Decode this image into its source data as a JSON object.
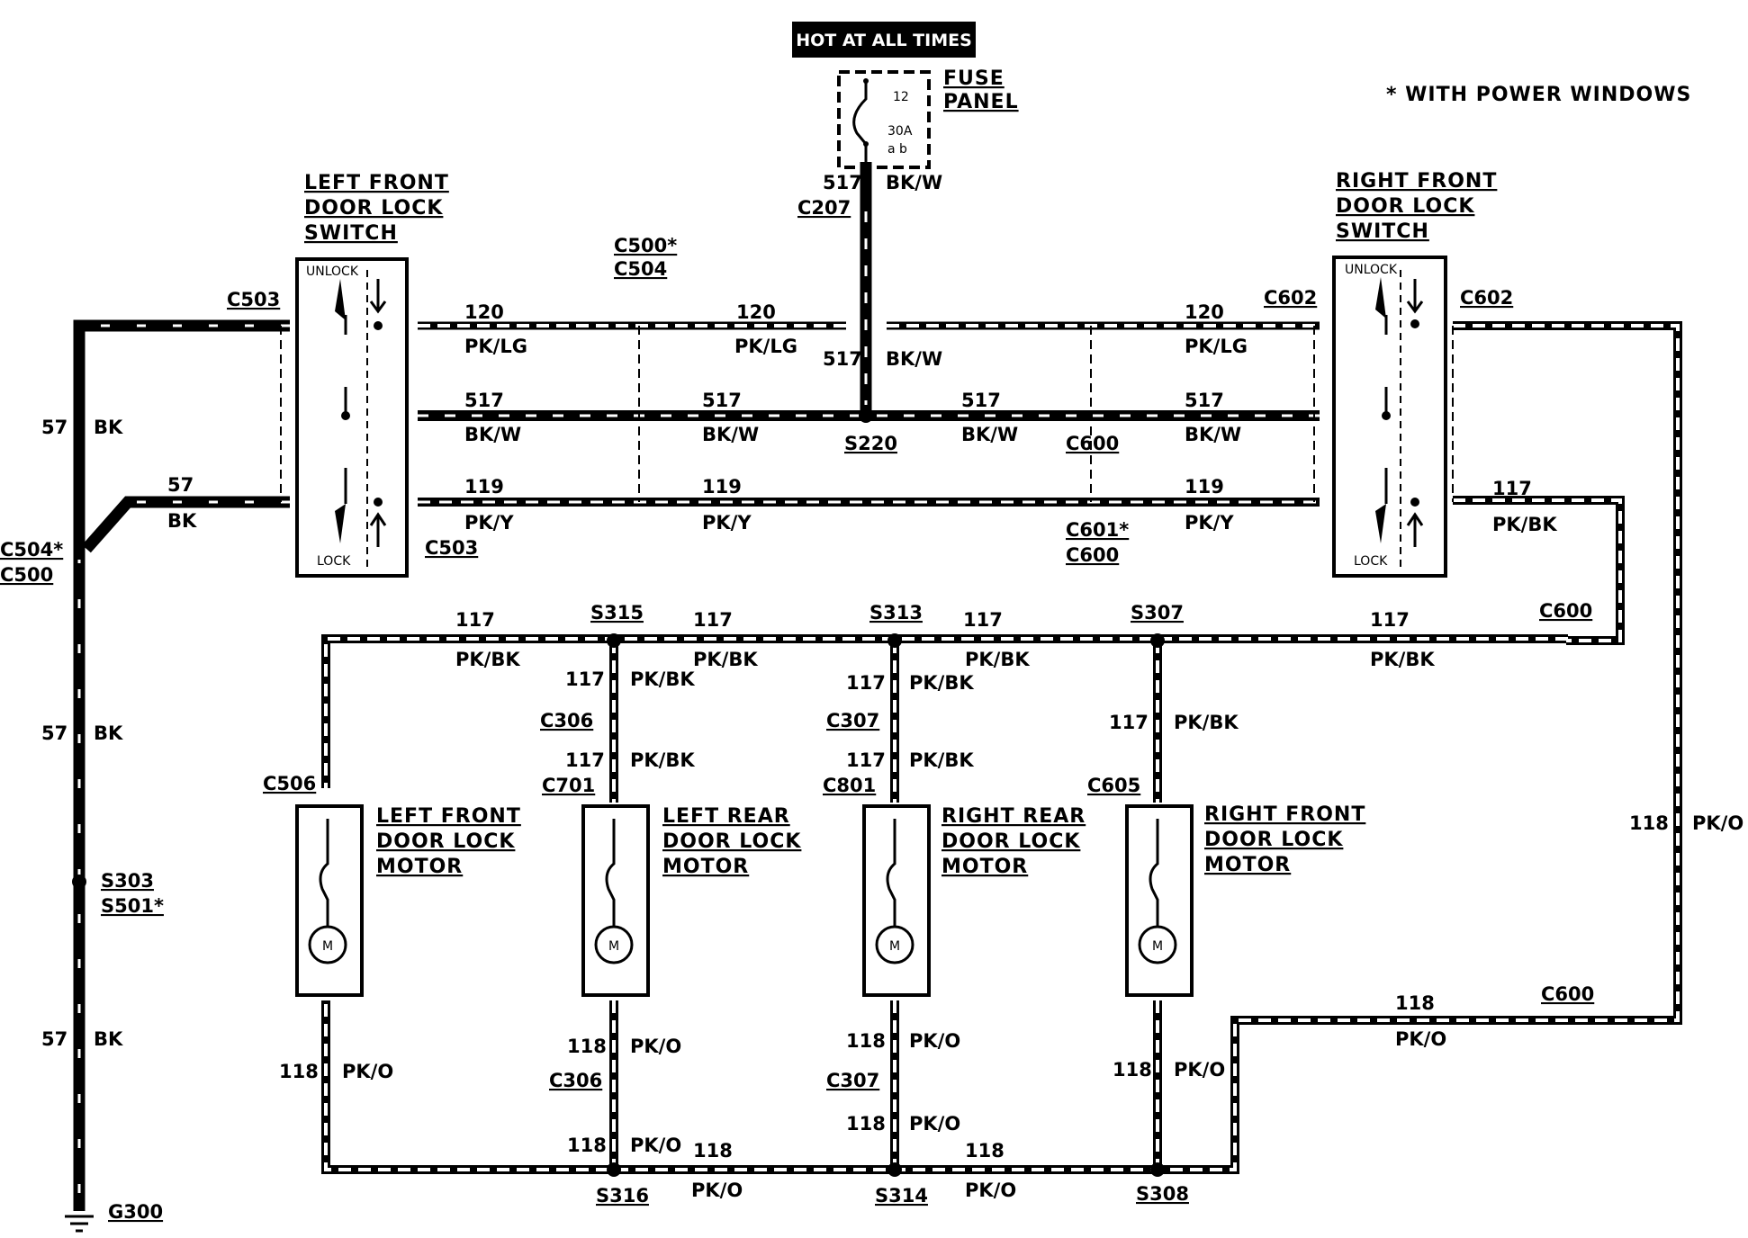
{
  "header": {
    "hot_label": "HOT AT ALL TIMES",
    "note": "* WITH POWER WINDOWS"
  },
  "fuse": {
    "label_line1": "FUSE",
    "label_line2": "PANEL",
    "number": "12",
    "rating": "30A",
    "sub": "a b"
  },
  "components": {
    "lf_switch": {
      "line1": "LEFT FRONT",
      "line2": "DOOR LOCK",
      "line3": "SWITCH",
      "unlock": "UNLOCK",
      "lock": "LOCK"
    },
    "rf_switch": {
      "line1": "RIGHT FRONT",
      "line2": "DOOR LOCK",
      "line3": "SWITCH",
      "unlock": "UNLOCK",
      "lock": "LOCK"
    },
    "lf_motor": {
      "line1": "LEFT FRONT",
      "line2": "DOOR LOCK",
      "line3": "MOTOR"
    },
    "lr_motor": {
      "line1": "LEFT REAR",
      "line2": "DOOR LOCK",
      "line3": "MOTOR"
    },
    "rr_motor": {
      "line1": "RIGHT REAR",
      "line2": "DOOR LOCK",
      "line3": "MOTOR"
    },
    "rf_motor": {
      "line1": "RIGHT FRONT",
      "line2": "DOOR LOCK",
      "line3": "MOTOR"
    },
    "motor_symbol": "M"
  },
  "connectors": {
    "c207": "C207",
    "c503_top": "C503",
    "c503_bot": "C503",
    "c500_star": "C500*",
    "c504_mid": "C504",
    "c504_star": "C504*",
    "c500_left": "C500",
    "c602_left": "C602",
    "c602_right": "C602",
    "c600_mid": "C600",
    "c601_star": "C601*",
    "c600_mid2": "C600",
    "c600_right": "C600",
    "c600_bottom": "C600",
    "c506": "C506",
    "c306_top": "C306",
    "c701": "C701",
    "c307_top": "C307",
    "c801": "C801",
    "c605": "C605",
    "c306_bot": "C306",
    "c307_bot": "C307"
  },
  "splices": {
    "s220": "S220",
    "s315": "S315",
    "s313": "S313",
    "s307": "S307",
    "s316": "S316",
    "s314": "S314",
    "s308": "S308",
    "s303": "S303",
    "s501": "S501*",
    "g300": "G300"
  },
  "circuits": {
    "c57": "57",
    "bk": "BK",
    "c120": "120",
    "pklg": "PK/LG",
    "c517": "517",
    "bkw": "BK/W",
    "c119": "119",
    "pky": "PK/Y",
    "c117": "117",
    "pkbk": "PK/BK",
    "c118": "118",
    "pko": "PK/O"
  }
}
